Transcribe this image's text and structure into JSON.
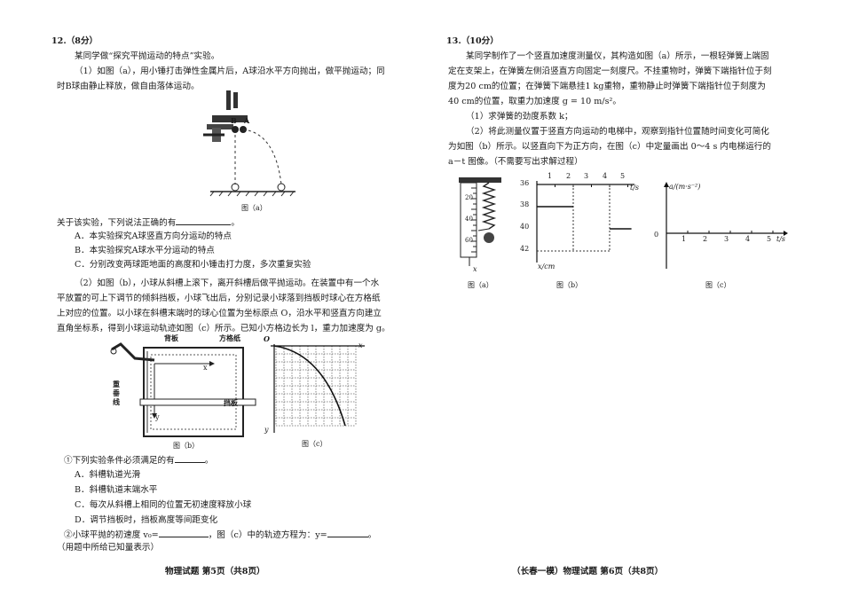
{
  "left_page": {
    "q12": {
      "header": "12.（8分）",
      "intro": "某同学做“探究平抛运动的特点”实验。",
      "part1_line1": "（1）如图（a），用小锤打击弹性金属片后，A球沿水平方向抛出，做平抛运动；同",
      "part1_line2": "时B球由静止释放，做自由落体运动。",
      "fig_a_caption": "图（a）",
      "fig_a_labels": {
        "B": "B",
        "A": "A"
      },
      "question1_prefix": "关于该实验，下列说法正确的有",
      "question1_suffix": "。",
      "options1": [
        "A．本实验探究A球竖直方向分运动的特点",
        "B．本实验探究A球水平分运动的特点",
        "C．分别改变两球距地面的高度和小锤击打力度，多次重复实验"
      ],
      "part2_lines": [
        "（2）如图（b），小球从斜槽上滚下，离开斜槽后做平抛运动。在装置中有一个水",
        "平放置的可上下调节的倾斜挡板，小球飞出后，分别记录小球落到挡板时球心在方格纸",
        "上对应的位置。以小球在斜槽末端时的球心位置为坐标原点 O，沿水平和竖直方向建立",
        "直角坐标系，得到小球运动轨迹如图（c）所示。已知小方格边长为 l，重力加速度为 g。"
      ],
      "fig_b_labels": {
        "backboard": "背板",
        "grid_paper": "方格纸",
        "plumb_line": "重垂线",
        "baffle": "挡板",
        "x": "x",
        "y": "y"
      },
      "fig_b_caption": "图（b）",
      "fig_c_labels": {
        "origin": "O",
        "x": "x",
        "y": "y"
      },
      "fig_c_caption": "图（c）",
      "question2_prefix": "①下列实验条件必须满足的有",
      "question2_suffix": "。",
      "options2": [
        "A．斜槽轨道光滑",
        "B．斜槽轨道末端水平",
        "C．每次从斜槽上相同的位置无初速度释放小球",
        "D．调节挡板时，挡板高度等间距变化"
      ],
      "question3_a": "②小球平抛的初速度 v₀=",
      "question3_b": "，图（c）中的轨迹方程为：y=",
      "question3_c": "。",
      "question3_note": "（用题中所给已知量表示）"
    },
    "footer": "物理试题 第5页（共8页）"
  },
  "right_page": {
    "q13": {
      "header": "13.（10分）",
      "lines": [
        "某同学制作了一个竖直加速度测量仪，其构造如图（a）所示，一根轻弹簧上端固",
        "定在支架上，在弹簧左侧沿竖直方向固定一刻度尺。不挂重物时，弹簧下端指针位于刻",
        "度为20 cm的位置；在弹簧下端悬挂1 kg重物，重物静止时弹簧下端指针位于刻度为",
        "40 cm的位置，取重力加速度 g = 10 m/s²。"
      ],
      "sub1": "（1）求弹簧的劲度系数 k；",
      "sub2_lines": [
        "（2）将此测量仪置于竖直方向运动的电梯中，观察到指针位置随时间变化可简化",
        "为如图（b）所示。以竖直向下为正方向，在图（c）中定量画出 0～4 s 内电梯运行的",
        "a－t 图像。（不需要写出求解过程）"
      ],
      "fig_a": {
        "ticks": [
          "20",
          "40",
          "60"
        ],
        "axis": "x",
        "caption": "图（a）"
      },
      "fig_b": {
        "t_axis": "t/s",
        "x_axis": "x/cm",
        "t_ticks": [
          "1",
          "2",
          "3",
          "4",
          "5"
        ],
        "x_ticks": [
          "36",
          "38",
          "40",
          "42"
        ],
        "caption": "图（b）"
      },
      "fig_c": {
        "a_axis": "a/(m·s⁻²)",
        "t_axis": "t/s",
        "origin": "0",
        "t_ticks": [
          "1",
          "2",
          "3",
          "4",
          "5"
        ],
        "caption": "图（c）"
      }
    },
    "footer": "（长春一模）物理试题 第6页（共8页）"
  }
}
